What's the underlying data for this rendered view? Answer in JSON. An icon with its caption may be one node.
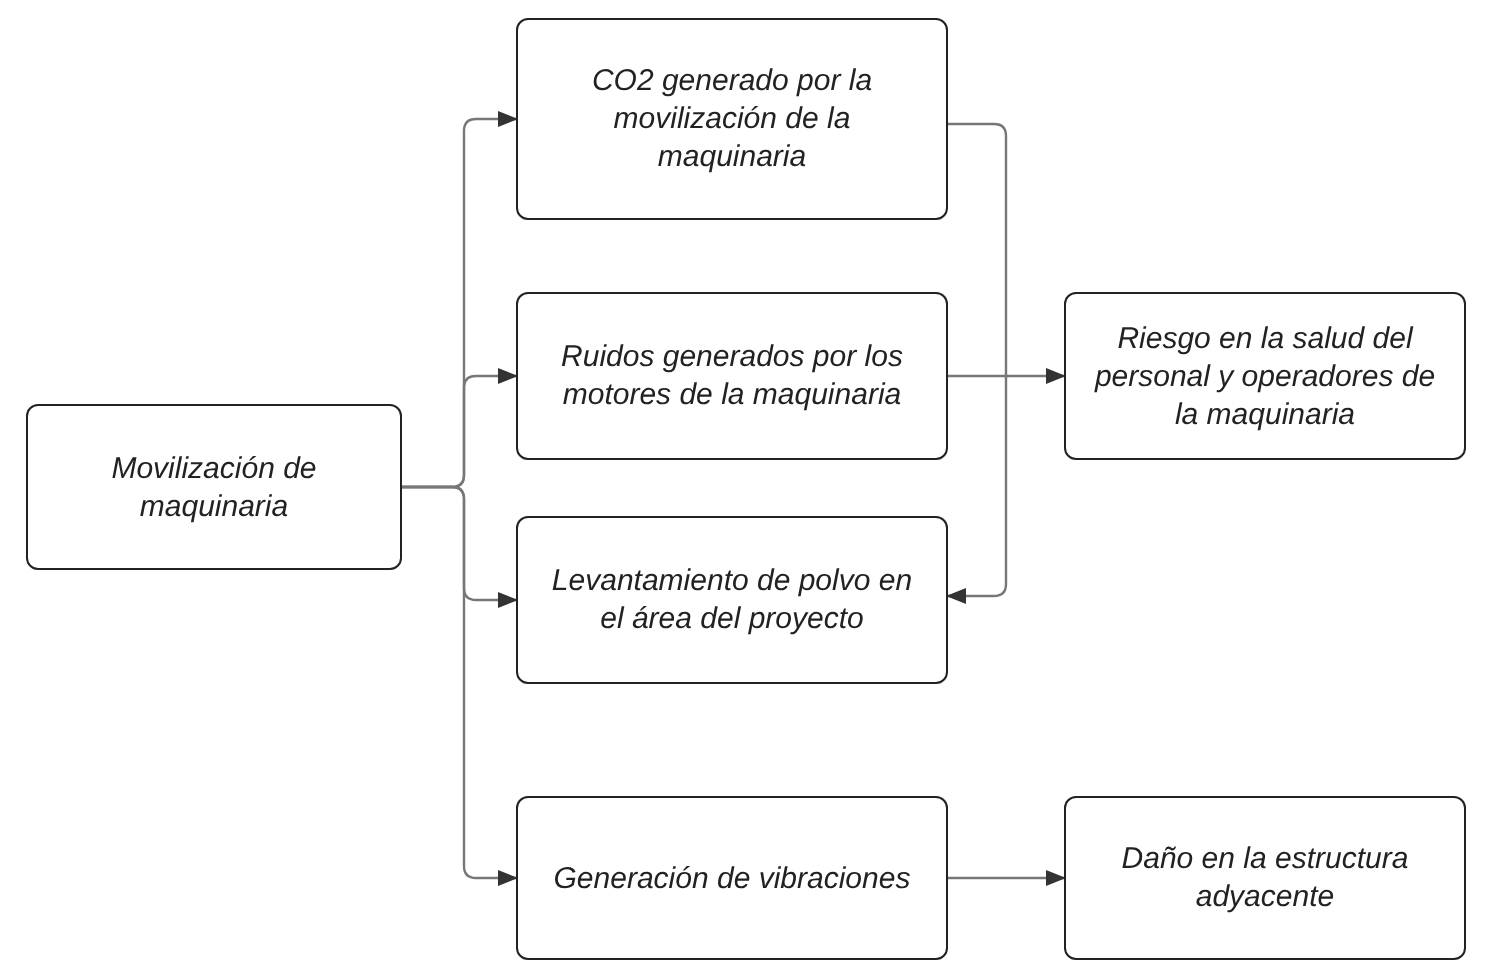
{
  "diagram": {
    "nodes": [
      {
        "text": [
          "Movilización de maquinaria"
        ]
      },
      {
        "text": [
          "CO2 generado por la movilización de la maquinaria"
        ]
      },
      {
        "text": [
          "Ruidos generados por los motores de la maquinaria"
        ]
      },
      {
        "text": [
          "Levantamiento de polvo en el área del proyecto"
        ]
      },
      {
        "text": [
          "Generación de vibraciones"
        ]
      },
      {
        "text": [
          "Riesgo en la salud del personal y operadores de la maquinaria"
        ]
      },
      {
        "text": [
          "Daño en la estructura adyacente"
        ]
      }
    ],
    "edges": [
      {
        "from": 0,
        "to": 1,
        "arrow": "to"
      },
      {
        "from": 0,
        "to": 2,
        "arrow": "to"
      },
      {
        "from": 0,
        "to": 3,
        "arrow": "to"
      },
      {
        "from": 0,
        "to": 4,
        "arrow": "to"
      },
      {
        "from": 1,
        "to": 3,
        "arrow": "to"
      },
      {
        "from": 2,
        "to": 5,
        "arrow": "to"
      },
      {
        "from": 4,
        "to": 6,
        "arrow": "to"
      }
    ]
  }
}
